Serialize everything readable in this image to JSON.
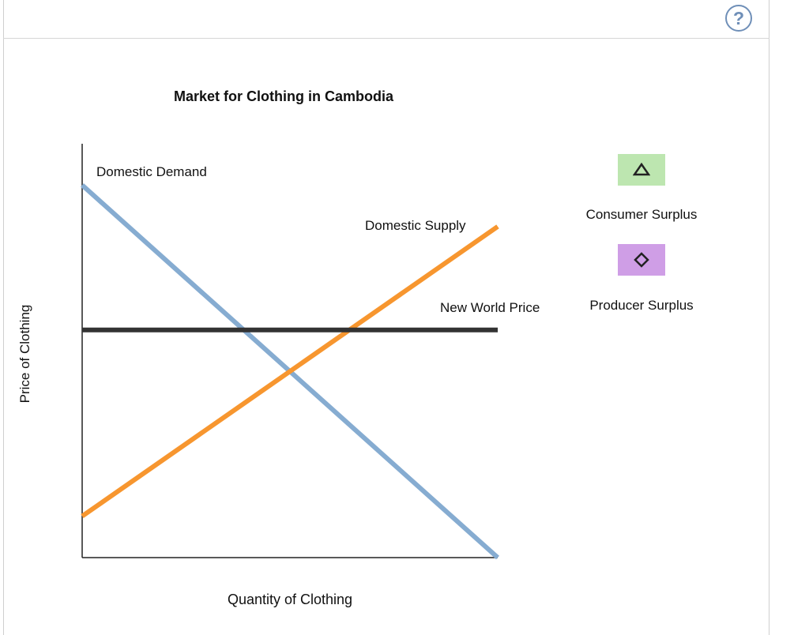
{
  "help_label": "?",
  "chart_data": {
    "type": "line",
    "title": "Market for Clothing in Cambodia",
    "xlabel": "Quantity of Clothing",
    "ylabel": "Price of Clothing",
    "xlim": [
      0,
      100
    ],
    "ylim": [
      0,
      100
    ],
    "grid": false,
    "series": [
      {
        "name": "Domestic Demand",
        "color": "#86acd1",
        "x": [
          0,
          100
        ],
        "y": [
          90,
          0
        ]
      },
      {
        "name": "Domestic Supply",
        "color": "#f7962f",
        "x": [
          0,
          100
        ],
        "y": [
          10,
          80
        ]
      },
      {
        "name": "New World Price",
        "color": "#333333",
        "x": [
          0,
          100
        ],
        "y": [
          55,
          55
        ]
      }
    ]
  },
  "tools": [
    {
      "label": "Consumer Surplus",
      "icon": "triangle-icon",
      "color": "#bde6b0"
    },
    {
      "label": "Producer Surplus",
      "icon": "diamond-icon",
      "color": "#cf9ee6"
    }
  ]
}
